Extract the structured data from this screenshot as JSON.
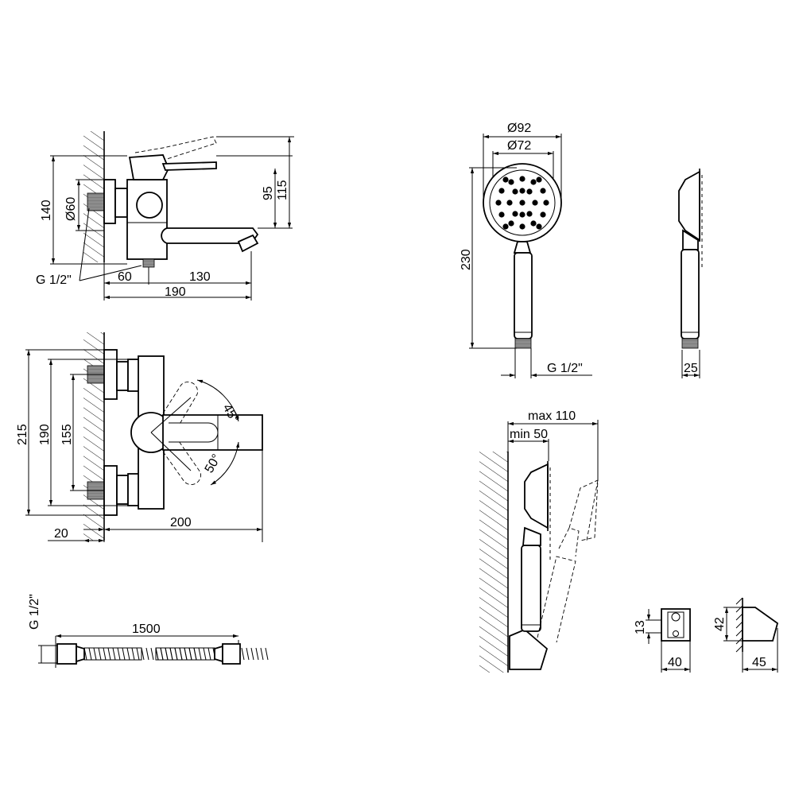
{
  "labels": {
    "side_height_140": "140",
    "side_d60": "Ø60",
    "side_95": "95",
    "side_115": "115",
    "side_thread": "G 1/2\"",
    "side_60": "60",
    "side_130": "130",
    "side_190": "190",
    "front_215": "215",
    "front_190": "190",
    "front_155": "155",
    "front_45deg": "45°",
    "front_50deg": "50°",
    "front_20": "20",
    "front_200": "200",
    "hose_thread": "G 1/2\"",
    "hose_1500": "1500",
    "head_d92": "Ø92",
    "head_d72": "Ø72",
    "head_230": "230",
    "head_thread": "G 1/2\"",
    "head_side_25": "25",
    "holder_max110": "max 110",
    "holder_min50": "min 50",
    "bracket_13": "13",
    "bracket_40": "40",
    "bracket_42": "42",
    "bracket_45": "45"
  }
}
